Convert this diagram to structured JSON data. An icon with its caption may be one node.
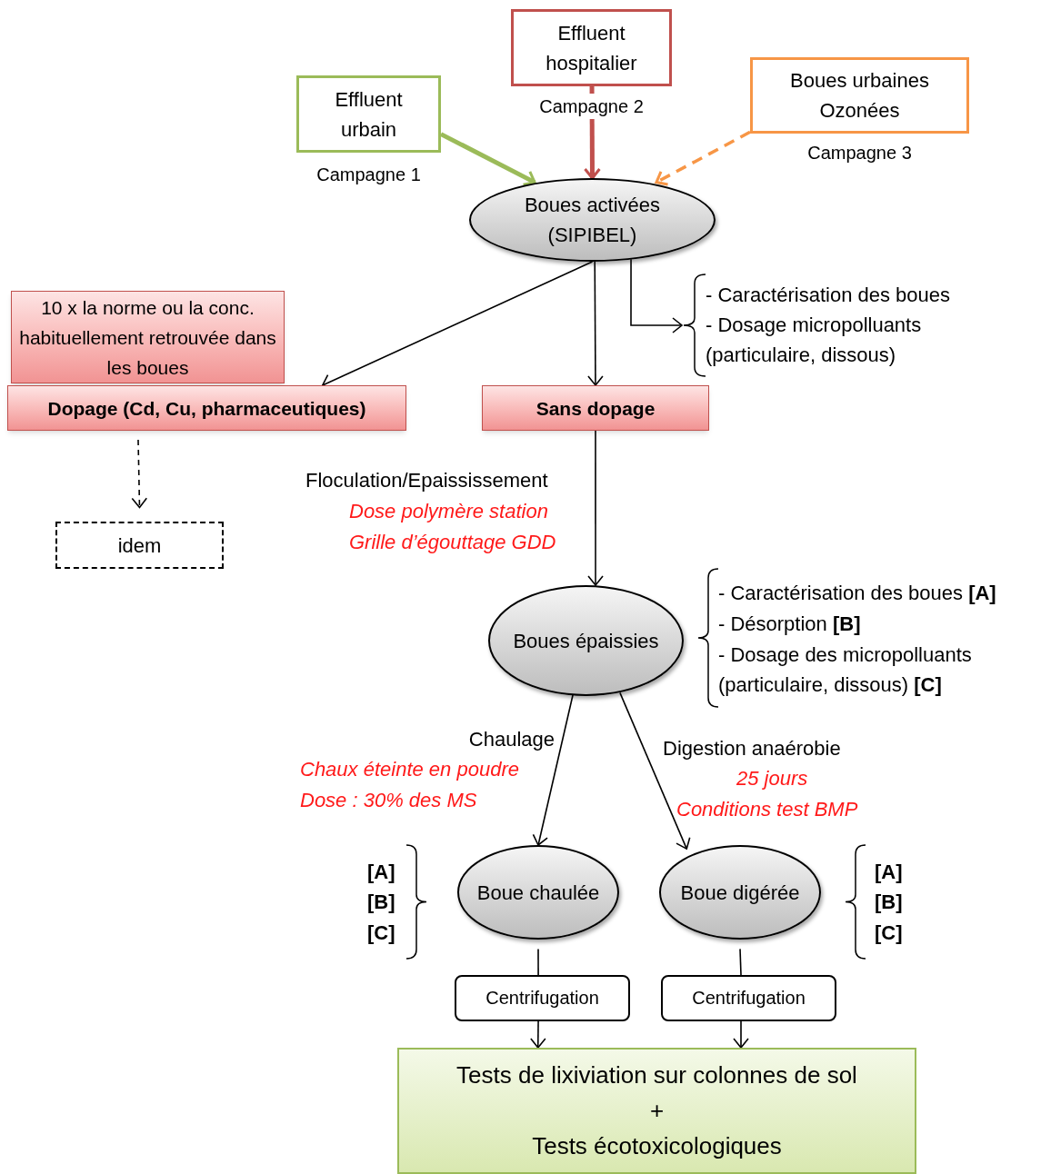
{
  "diagram": {
    "nodes": [
      {
        "text": [
          "Effluent urbain"
        ],
        "beside": [
          "Campagne 1"
        ]
      },
      {
        "text": [
          "Effluent hospitalier"
        ],
        "beside": [
          "Campagne 2"
        ]
      },
      {
        "text": [
          "Boues urbaines Ozonées"
        ],
        "beside": [
          "Campagne 3"
        ]
      },
      {
        "text": [
          "Boues activées (SIPIBEL)"
        ]
      },
      {
        "text": [
          "- Caractérisation des boues",
          "- Dosage micropolluants (particulaire, dissous)"
        ]
      },
      {
        "text": [
          "10 x la norme ou la conc. habituellement retrouvée dans les boues"
        ]
      },
      {
        "text": [
          "Dopage (Cd, Cu, pharmaceutiques)"
        ]
      },
      {
        "text": [
          "Sans dopage"
        ]
      },
      {
        "text": [
          "idem"
        ]
      },
      {
        "text": [
          "Boues épaissies"
        ]
      },
      {
        "text": [
          "Boue chaulée"
        ]
      },
      {
        "text": [
          "Boue digérée"
        ]
      },
      {
        "text": [
          "Centrifugation"
        ]
      },
      {
        "text": [
          "Centrifugation"
        ]
      },
      {
        "text": [
          "Tests de lixiviation sur colonnes de sol",
          "+",
          "Tests écotoxicologiques"
        ]
      }
    ],
    "edges": [
      {
        "from": 0,
        "to": 3,
        "arrow": "to",
        "style": "thick",
        "color": "#9bbb59"
      },
      {
        "from": 1,
        "to": 3,
        "arrow": "to",
        "style": "thick",
        "color": "#c0504d"
      },
      {
        "from": 2,
        "to": 3,
        "arrow": "to",
        "style": "dashed",
        "color": "#f79646"
      },
      {
        "from": 3,
        "to": 6,
        "arrow": "to"
      },
      {
        "from": 3,
        "to": 7,
        "arrow": "to"
      },
      {
        "from": 3,
        "to": 4,
        "arrow": "to"
      },
      {
        "from": 6,
        "to": 8,
        "arrow": "to",
        "style": "dashed"
      },
      {
        "from": 7,
        "to": 9,
        "arrow": "to"
      },
      {
        "from": 9,
        "to": 10,
        "arrow": "to"
      },
      {
        "from": 9,
        "to": 11,
        "arrow": "to"
      },
      {
        "from": 10,
        "to": 12,
        "arrow": "none"
      },
      {
        "from": 11,
        "to": 13,
        "arrow": "none"
      },
      {
        "from": 12,
        "to": 14,
        "arrow": "to"
      },
      {
        "from": 13,
        "to": 14,
        "arrow": "to"
      }
    ],
    "labels": [
      "Floculation/Epaississement",
      "Dose polymère station",
      "Grille d’égouttage GDD",
      "- Caractérisation des boues **[A]**",
      "- Désorption **[B]**",
      "- Dosage des micropolluants (particulaire, dissous) **[C]**",
      "Chaulage",
      "Chaux éteinte en poudre",
      "Dose : 30% des MS",
      "Digestion anaérobie",
      "25 jours",
      "Conditions test BMP",
      "[A]",
      "[B]",
      "[C]",
      "[A]",
      "[B]",
      "[C]"
    ]
  }
}
